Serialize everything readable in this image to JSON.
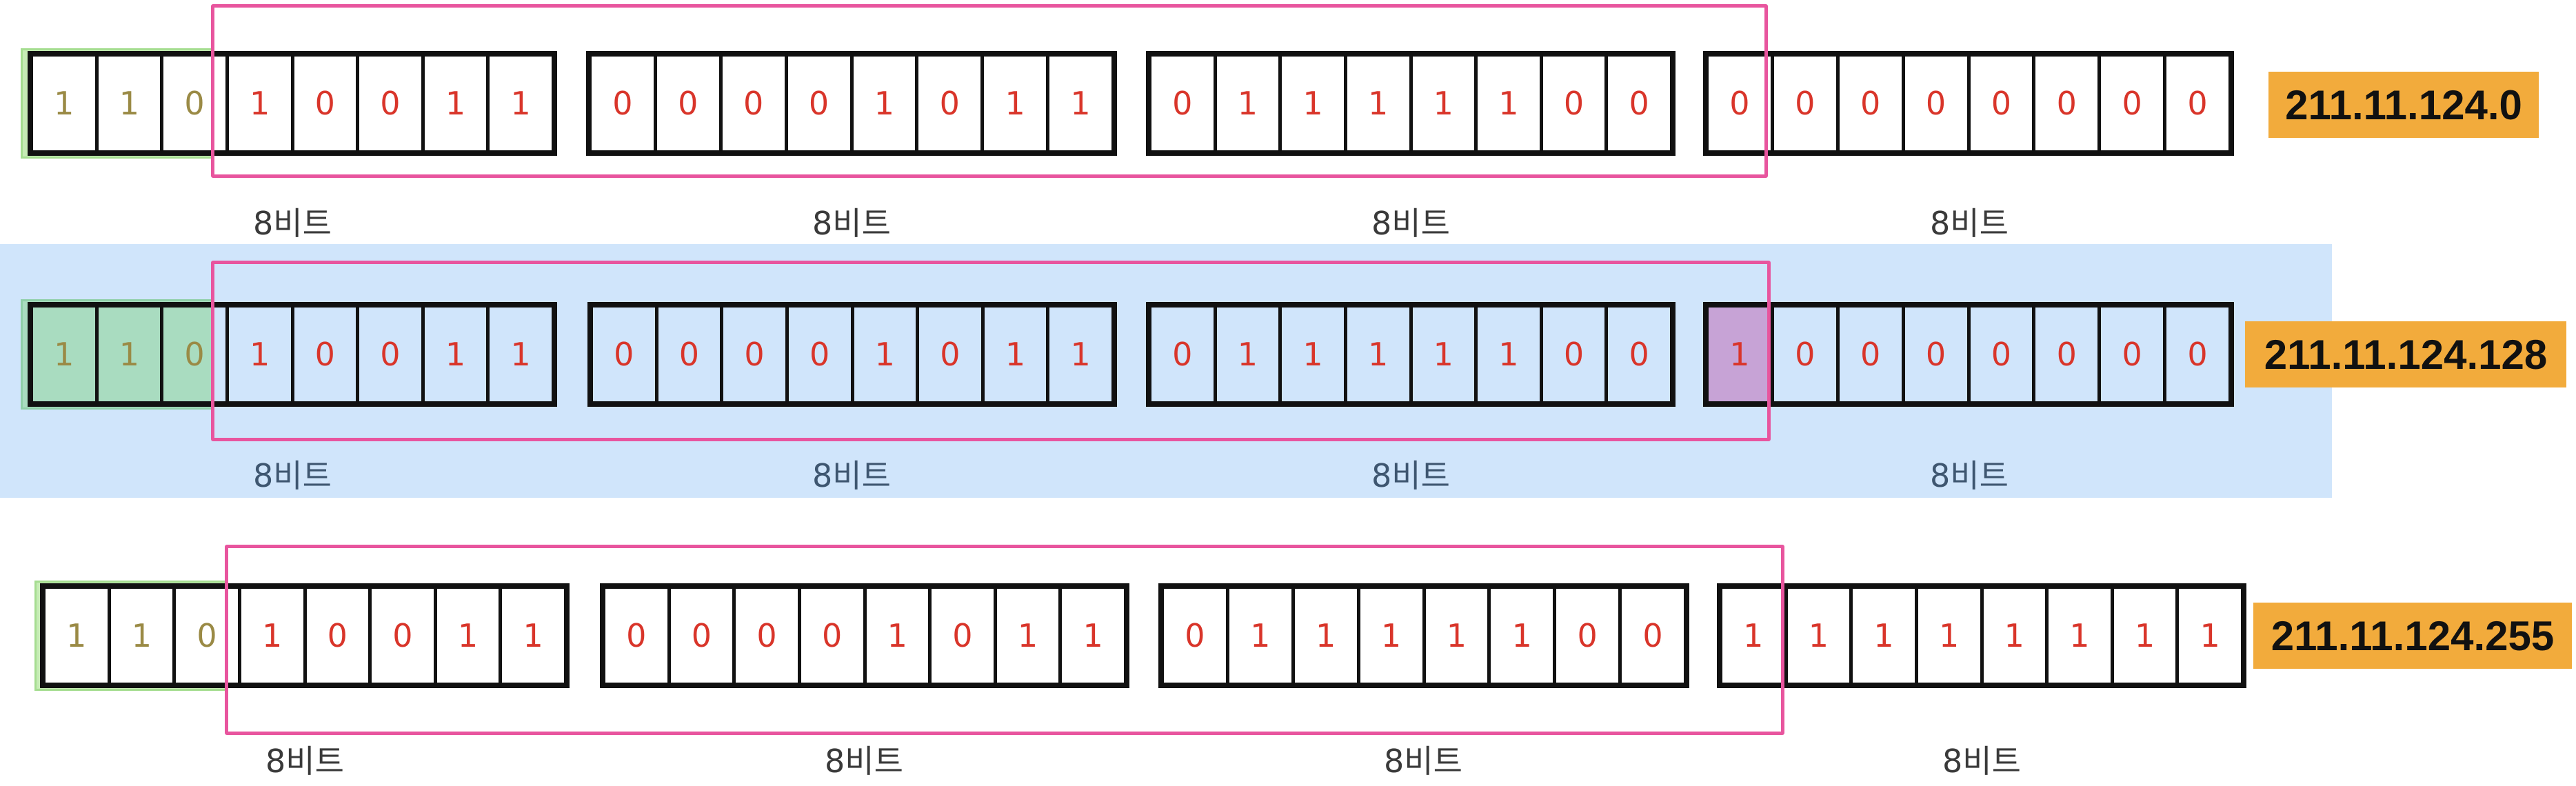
{
  "colors": {
    "network_bits_fill": "#c6ebb5",
    "subnet_boundary": "#e8559e",
    "subnet_bit_fill": "#f3a3cc",
    "highlight_row": "#d0e5fb",
    "ip_badge": "#f2ab3c",
    "bit_text": "#d9352a",
    "network_bit_text": "#9a8a45"
  },
  "byte_label": "8비트",
  "rows": [
    {
      "ip": "211.11.124.0",
      "highlighted": false,
      "octets": [
        [
          "1",
          "1",
          "0",
          "1",
          "0",
          "0",
          "1",
          "1"
        ],
        [
          "0",
          "0",
          "0",
          "0",
          "1",
          "0",
          "1",
          "1"
        ],
        [
          "0",
          "1",
          "1",
          "1",
          "1",
          "1",
          "0",
          "0"
        ],
        [
          "0",
          "0",
          "0",
          "0",
          "0",
          "0",
          "0",
          "0"
        ]
      ],
      "labels": [
        "8비트",
        "8비트",
        "8비트",
        "8비트"
      ]
    },
    {
      "ip": "211.11.124.128",
      "highlighted": true,
      "octets": [
        [
          "1",
          "1",
          "0",
          "1",
          "0",
          "0",
          "1",
          "1"
        ],
        [
          "0",
          "0",
          "0",
          "0",
          "1",
          "0",
          "1",
          "1"
        ],
        [
          "0",
          "1",
          "1",
          "1",
          "1",
          "1",
          "0",
          "0"
        ],
        [
          "1",
          "0",
          "0",
          "0",
          "0",
          "0",
          "0",
          "0"
        ]
      ],
      "labels": [
        "8비트",
        "8비트",
        "8비트",
        "8비트"
      ]
    },
    {
      "ip": "211.11.124.255",
      "highlighted": false,
      "octets": [
        [
          "1",
          "1",
          "0",
          "1",
          "0",
          "0",
          "1",
          "1"
        ],
        [
          "0",
          "0",
          "0",
          "0",
          "1",
          "0",
          "1",
          "1"
        ],
        [
          "0",
          "1",
          "1",
          "1",
          "1",
          "1",
          "0",
          "0"
        ],
        [
          "1",
          "1",
          "1",
          "1",
          "1",
          "1",
          "1",
          "1"
        ]
      ],
      "labels": [
        "8비트",
        "8비트",
        "8비트",
        "8비트"
      ]
    }
  ]
}
